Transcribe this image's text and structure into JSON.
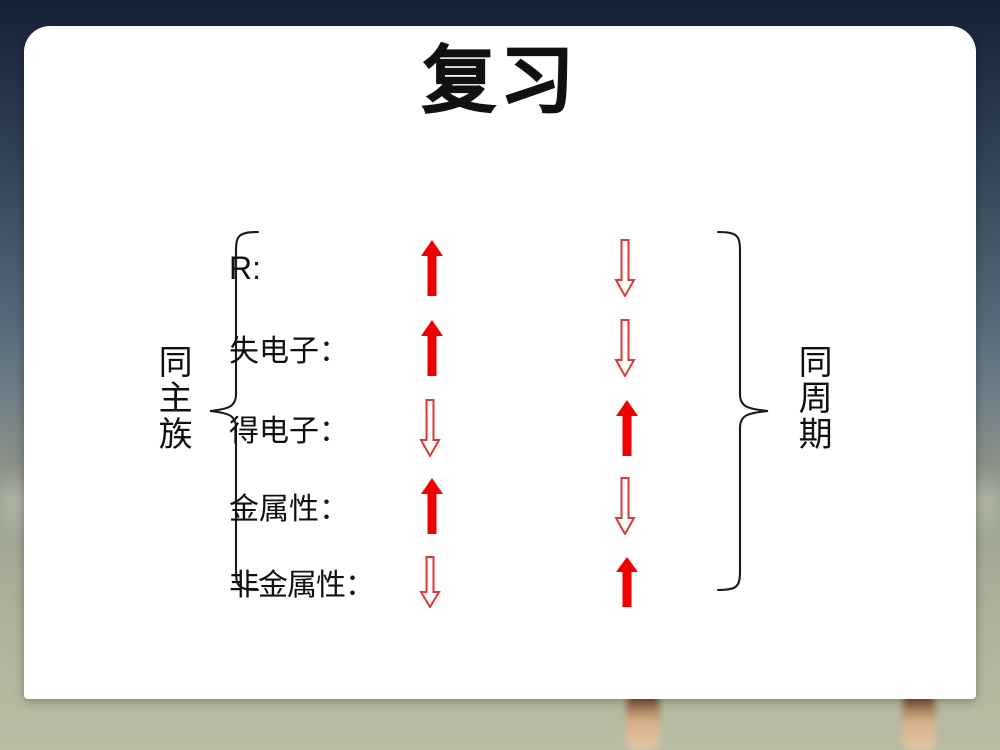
{
  "slide": {
    "title": "复习",
    "background": {
      "top_color": "#17213a",
      "mid_color": "#55687a",
      "bottom_color": "#b7bca3",
      "card_color": "#ffffff"
    },
    "accent_color": "#ee0000"
  },
  "diagram": {
    "left_bracket_label": "同主族",
    "right_bracket_label": "同周期",
    "arrow_solid_color": "#ee0000",
    "arrow_hollow_color": "#d93a3a",
    "rows": [
      {
        "label": "R:",
        "script": "latin",
        "left_arrow": "arrow-up-solid",
        "right_arrow": "arrow-down-hollow"
      },
      {
        "label": "失电子：",
        "script": "han",
        "left_arrow": "arrow-up-solid",
        "right_arrow": "arrow-down-hollow"
      },
      {
        "label": "得电子：",
        "script": "han",
        "left_arrow": "arrow-down-hollow",
        "right_arrow": "arrow-up-solid"
      },
      {
        "label": "金属性：",
        "script": "han",
        "left_arrow": "arrow-up-solid",
        "right_arrow": "arrow-down-hollow"
      },
      {
        "label": "非金属性：",
        "script": "han",
        "left_arrow": "arrow-down-hollow",
        "right_arrow": "arrow-up-solid"
      }
    ]
  }
}
